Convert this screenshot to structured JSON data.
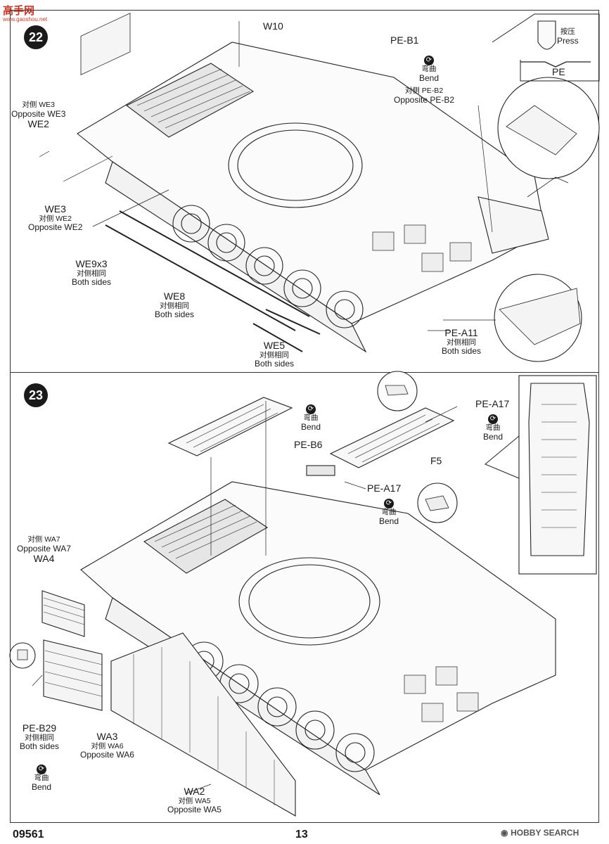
{
  "site_logo": {
    "text": "高手网",
    "sub": "www.gaoshou.net"
  },
  "step22": {
    "number": "22",
    "labels": {
      "w10": "W10",
      "pe_b1": "PE-B1",
      "press_zh": "按压",
      "press_en": "Press",
      "pe_plate": "PE",
      "bend1_zh": "弯曲",
      "bend1_en": "Bend",
      "opp_pe_b2_zh": "对侧 PE-B2",
      "opp_pe_b2_en": "Opposite PE-B2",
      "opp_we3_zh": "对侧 WE3",
      "opp_we3_en": "Opposite WE3",
      "we2": "WE2",
      "we3": "WE3",
      "opp_we2_zh": "对侧 WE2",
      "opp_we2_en": "Opposite WE2",
      "we9x3": "WE9x3",
      "we9_zh": "对侧相同",
      "we9_en": "Both sides",
      "we8": "WE8",
      "we8_zh": "对侧相同",
      "we8_en": "Both sides",
      "we5": "WE5",
      "we5_zh": "对侧相同",
      "we5_en": "Both sides",
      "pe_a11": "PE-A11",
      "pe_a11_zh": "对侧相同",
      "pe_a11_en": "Both sides"
    }
  },
  "step23": {
    "number": "23",
    "labels": {
      "bend_b6_zh": "弯曲",
      "bend_b6_en": "Bend",
      "pe_b6": "PE-B6",
      "pe_a17_top": "PE-A17",
      "bend_a17_zh": "弯曲",
      "bend_a17_en": "Bend",
      "f5": "F5",
      "pe_a17_low": "PE-A17",
      "bend_low_zh": "弯曲",
      "bend_low_en": "Bend",
      "opp_wa7_zh": "对侧 WA7",
      "opp_wa7_en": "Opposite WA7",
      "wa4": "WA4",
      "pe_b29": "PE-B29",
      "b29_zh": "对侧相同",
      "b29_en": "Both sides",
      "bend_b29_zh": "弯曲",
      "bend_b29_en": "Bend",
      "wa3": "WA3",
      "opp_wa6_zh": "对侧 WA6",
      "opp_wa6_en": "Opposite WA6",
      "wa2": "WA2",
      "opp_wa5_zh": "对侧 WA5",
      "opp_wa5_en": "Opposite WA5"
    }
  },
  "footer": {
    "kit_number": "09561",
    "page_number": "13",
    "watermark_brand": "HOBBY SEARCH"
  },
  "icons": [
    "bend-icon",
    "hobby-search-logo-icon"
  ]
}
